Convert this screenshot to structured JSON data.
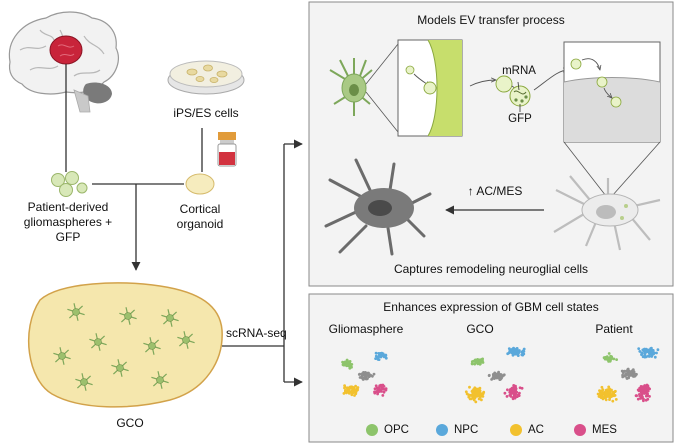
{
  "left": {
    "ips_label": "iPS/ES cells",
    "patient_label_lines": [
      "Patient-derived",
      "gliomaspheres +",
      "GFP"
    ],
    "cortical_label_lines": [
      "Cortical",
      "organoid"
    ],
    "gco_label": "GCO",
    "scrna_label": "scRNA-seq"
  },
  "top_panel": {
    "title": "Models EV transfer process",
    "mrna_label": "mRNA",
    "gfp_label": "GFP",
    "ac_mes_label": "↑ AC/MES",
    "caption": "Captures remodeling neuroglial cells"
  },
  "bottom_panel": {
    "title": "Enhances expression of GBM cell states",
    "plot_titles": [
      "Gliomasphere",
      "GCO",
      "Patient"
    ],
    "legend": [
      {
        "label": "OPC",
        "color": "#8dc46b"
      },
      {
        "label": "NPC",
        "color": "#5aa8db"
      },
      {
        "label": "AC",
        "color": "#f2c12e"
      },
      {
        "label": "MES",
        "color": "#d94f8a"
      }
    ]
  },
  "colors": {
    "brain_tumor": "#c8243a",
    "organoid_fill": "#f5e7ad",
    "organoid_border": "#d2a24a",
    "cell_green": "#7da75a",
    "ev_zoom_green": "#c7de6c",
    "panel_bg": "#f3f3f3",
    "arrow": "#333333"
  }
}
